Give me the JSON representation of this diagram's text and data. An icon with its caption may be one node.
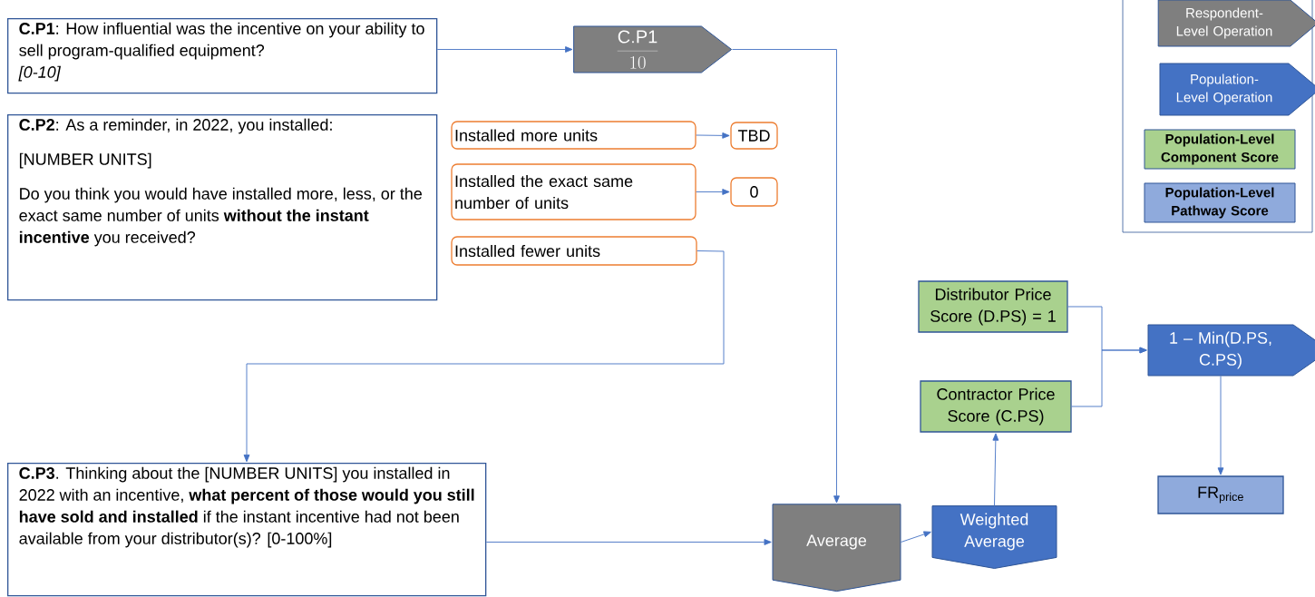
{
  "diagram": {
    "nodes": [
      {
        "text": [
          "**C.P1**: How influential was the incentive on your ability to sell program-qualified equipment?",
          "[0-10]"
        ]
      },
      {
        "text": [
          "\\frac{\\mathrm{C.P1}}{10}"
        ]
      },
      {
        "text": [
          "**C.P2**: As a reminder, in 2022, you installed:",
          "[NUMBER UNITS]",
          "Do you think you would have installed more, less, or the exact same number of units **without the instant incentive** you received?"
        ]
      },
      {
        "text": [
          "Installed more units"
        ]
      },
      {
        "text": [
          "Installed the exact same number of units"
        ]
      },
      {
        "text": [
          "Installed fewer units"
        ]
      },
      {
        "text": [
          "TBD"
        ]
      },
      {
        "text": [
          "0"
        ]
      },
      {
        "text": [
          "**C.P3**. Thinking about the [NUMBER UNITS] you installed in 2022 with an incentive, **what percent of those would you still have sold and installed** if the instant incentive had not been available from your distributor(s)? [0-100%]"
        ]
      },
      {
        "text": [
          "Average"
        ]
      },
      {
        "text": [
          "Weighted Average"
        ]
      },
      {
        "text": [
          "Distributor Price Score (D.PS) = 1"
        ]
      },
      {
        "text": [
          "Contractor Price Score (C.PS)"
        ]
      },
      {
        "text": [
          "1 – Min(D.PS, C.PS)"
        ]
      },
      {
        "text": [
          "FR$_{price}$"
        ]
      }
    ],
    "edges": [
      {
        "from": 0,
        "to": 1,
        "arrow": "to"
      },
      {
        "from": 1,
        "to": 9,
        "arrow": "to"
      },
      {
        "from": 3,
        "to": 6,
        "arrow": "to"
      },
      {
        "from": 4,
        "to": 7,
        "arrow": "to"
      },
      {
        "from": 5,
        "to": 8,
        "arrow": "to"
      },
      {
        "from": 8,
        "to": 9,
        "arrow": "to"
      },
      {
        "from": 9,
        "to": 10,
        "arrow": "to"
      },
      {
        "from": 10,
        "to": 12,
        "arrow": "to"
      },
      {
        "from": 11,
        "to": 13,
        "arrow": "to"
      },
      {
        "from": 12,
        "to": 13,
        "arrow": "to"
      },
      {
        "from": 13,
        "to": 14,
        "arrow": "to"
      }
    ],
    "legend": [
      {
        "text": "Respondent-Level Operation",
        "color": "#7f7f7f"
      },
      {
        "text": "Population-Level Operation",
        "color": "#4472c4"
      },
      {
        "text": "Population-Level Component Score",
        "color": "#a9d18e"
      },
      {
        "text": "Population-Level Pathway Score",
        "color": "#8faadc"
      }
    ]
  }
}
